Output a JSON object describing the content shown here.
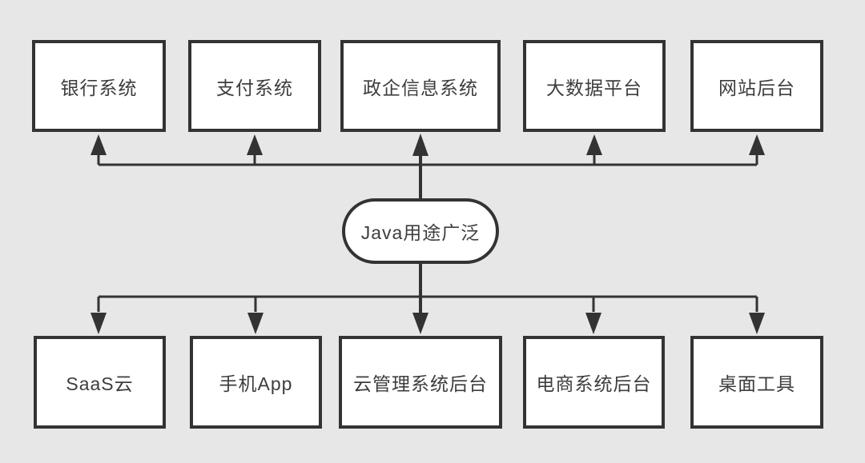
{
  "diagram": {
    "title": "Java uses diagram",
    "center_node": {
      "label": "Java用途广泛"
    },
    "top_row": [
      {
        "id": "bank-system",
        "label": "银行系统"
      },
      {
        "id": "payment-system",
        "label": "支付系统"
      },
      {
        "id": "gov-enterprise-info",
        "label": "政企信息系统"
      },
      {
        "id": "big-data-platform",
        "label": "大数据平台"
      },
      {
        "id": "website-backend",
        "label": "网站后台"
      }
    ],
    "bottom_row": [
      {
        "id": "saas-cloud",
        "label": "SaaS云"
      },
      {
        "id": "mobile-app",
        "label": "手机App"
      },
      {
        "id": "cloud-mgmt-backend",
        "label": "云管理系统后台"
      },
      {
        "id": "ecommerce-backend",
        "label": "电商系统后台"
      },
      {
        "id": "desktop-tools",
        "label": "桌面工具"
      }
    ],
    "colors": {
      "background": "#e7e7e7",
      "box_fill": "#ffffff",
      "line": "#333333",
      "text": "#3d3d3d"
    }
  }
}
